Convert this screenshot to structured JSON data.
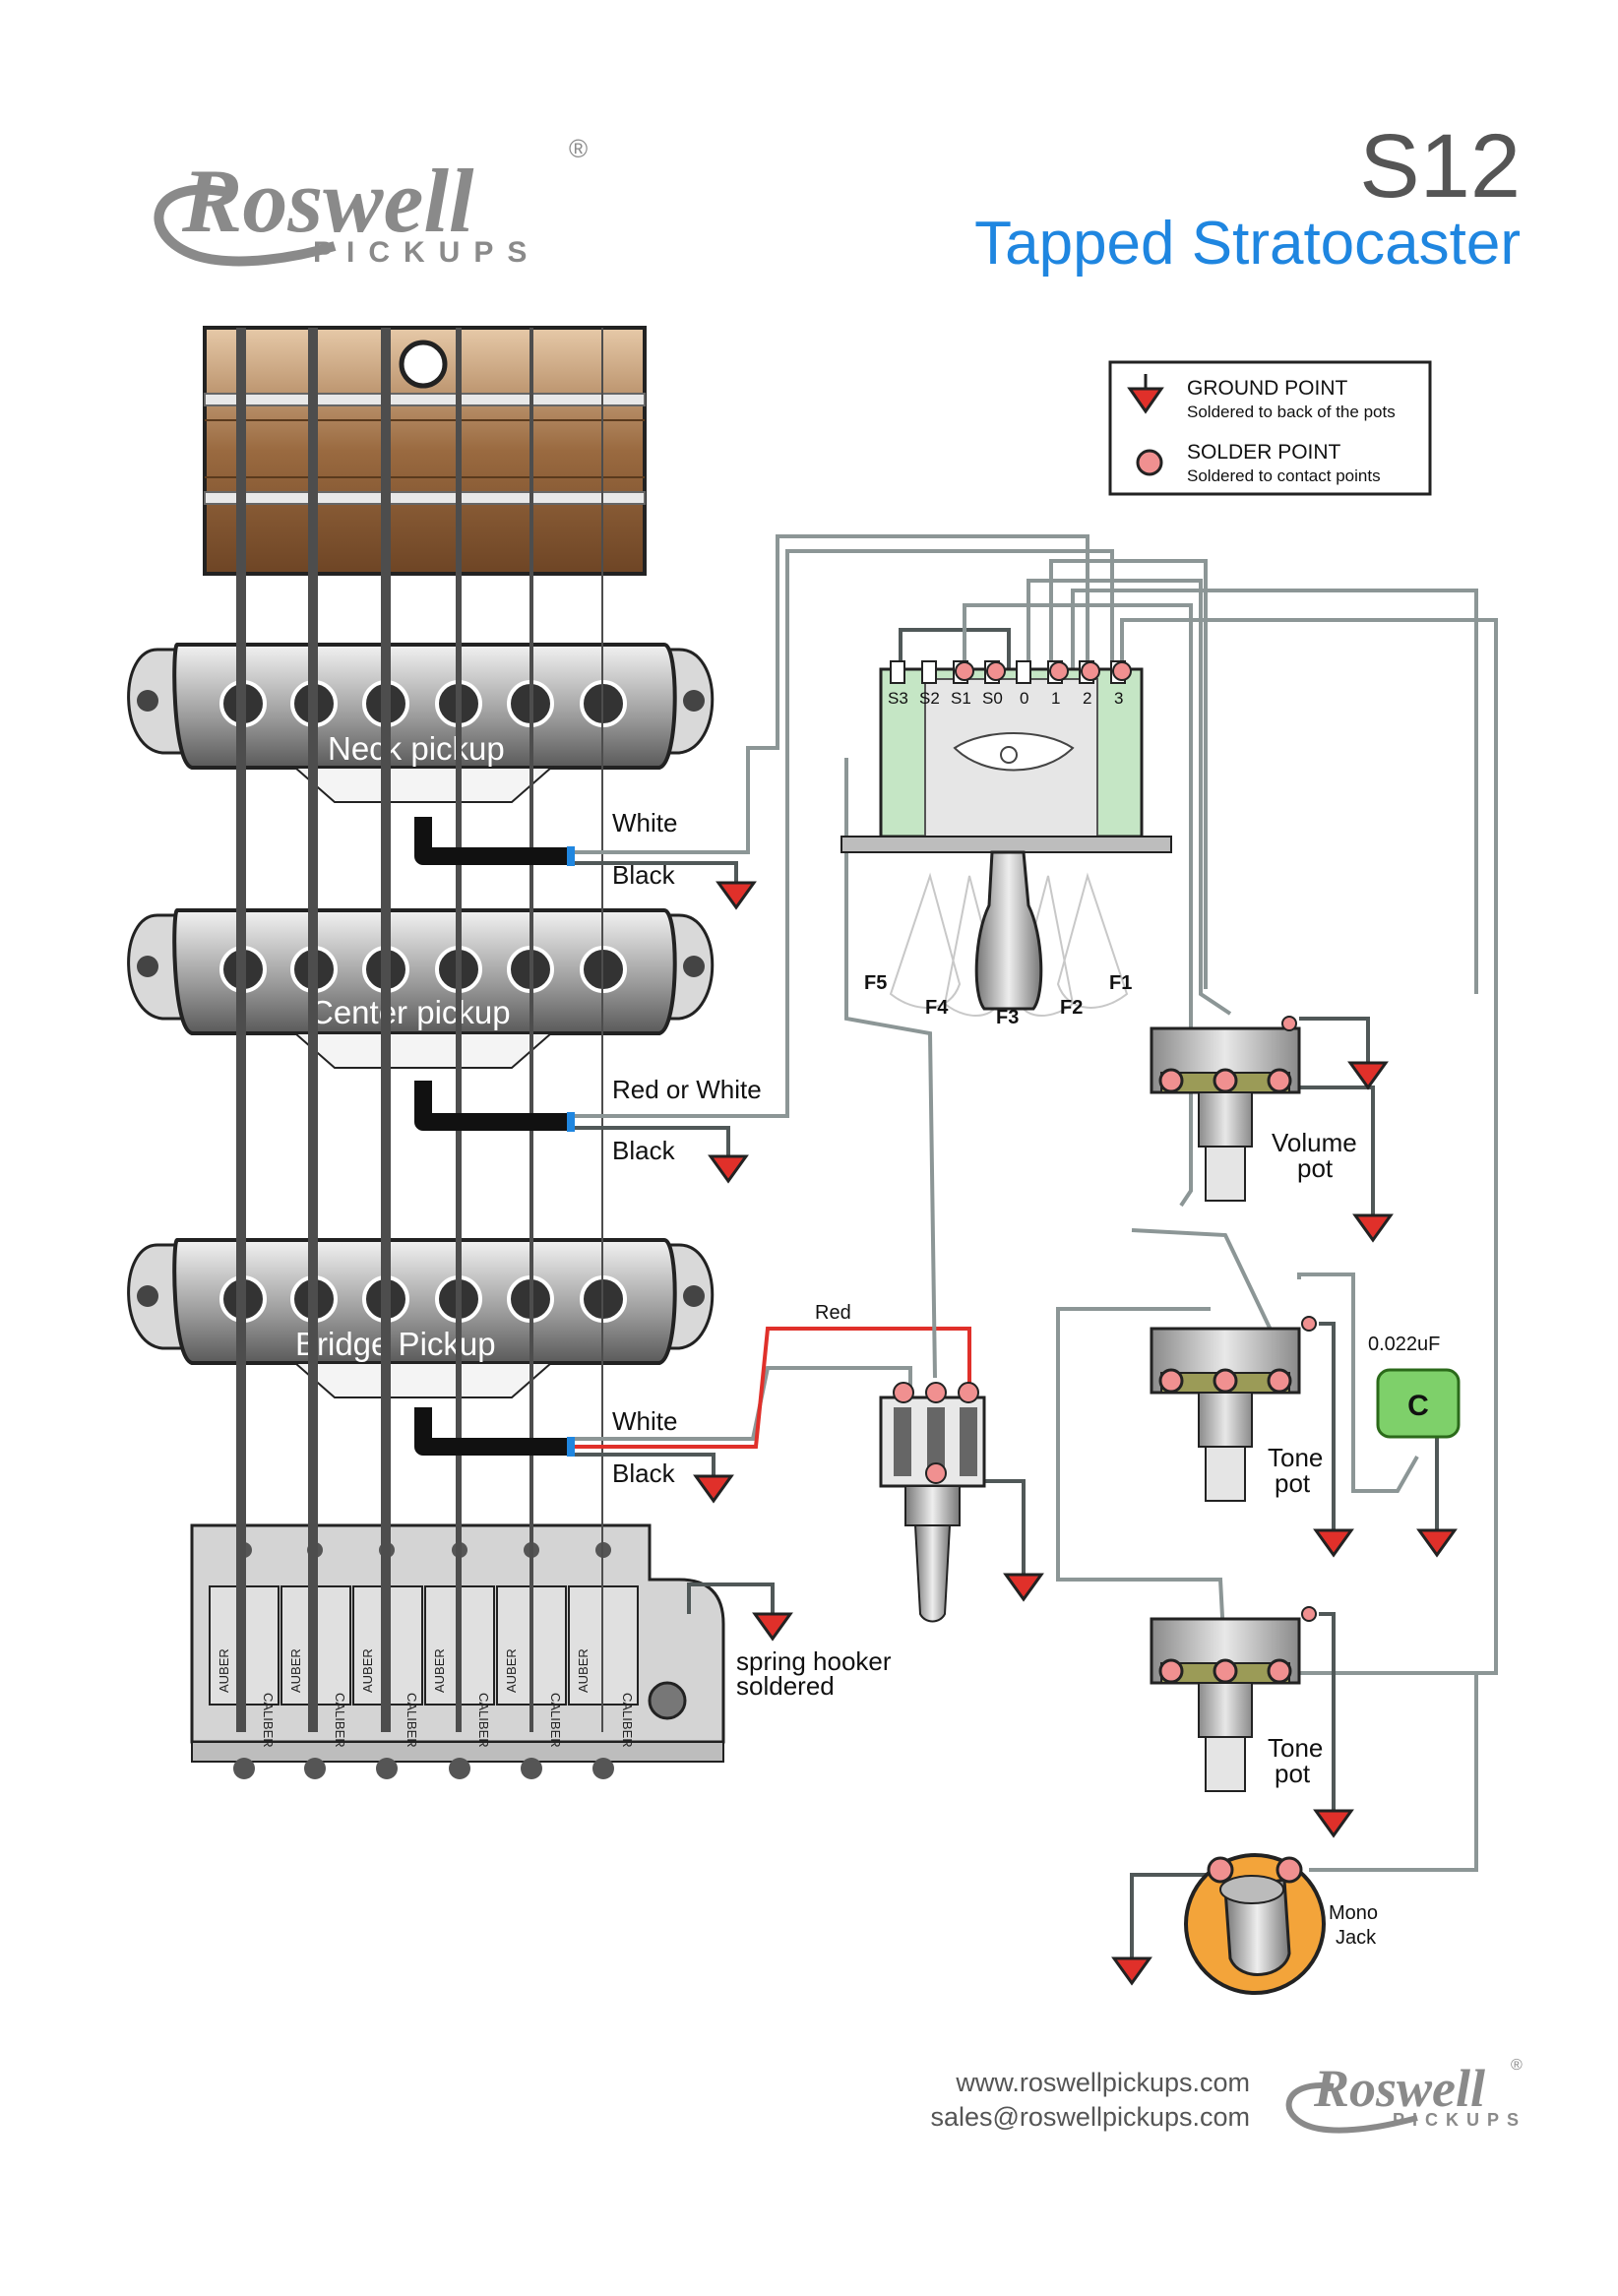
{
  "brand": {
    "logo_name": "Roswell",
    "logo_sub": "PICKUPS",
    "registered": "®"
  },
  "title": {
    "code": "S12",
    "name": "Tapped Stratocaster"
  },
  "legend": {
    "ground_title": "GROUND POINT",
    "ground_desc": "Soldered to back of  the pots",
    "solder_title": "SOLDER POINT",
    "solder_desc": "Soldered to contact points"
  },
  "pickups": {
    "neck": "Neck pickup",
    "center": "Center pickup",
    "bridge": "Bridge Pickup"
  },
  "wire_labels": {
    "neck_white": "White",
    "neck_black": "Black",
    "center_hot": "Red or White",
    "center_black": "Black",
    "bridge_white": "White",
    "bridge_black": "Black",
    "red": "Red"
  },
  "switch": {
    "terminals": [
      "S3",
      "S2",
      "S1",
      "S0",
      "0",
      "1",
      "2",
      "3"
    ],
    "positions": [
      "F5",
      "F4",
      "F3",
      "F2",
      "F1"
    ]
  },
  "components": {
    "volume": [
      "Volume",
      "pot"
    ],
    "tone1": [
      "Tone",
      "pot"
    ],
    "tone2": [
      "Tone",
      "pot"
    ],
    "jack": [
      "Mono",
      "Jack"
    ],
    "cap_value": "0.022uF",
    "cap_letter": "C",
    "spring": [
      "spring hooker",
      "soldered"
    ]
  },
  "bridge_saddle_text": [
    "AUBER",
    "CALIBER"
  ],
  "footer": {
    "web": "www.roswellpickups.com",
    "email": "sales@roswellpickups.com"
  },
  "colors": {
    "title_blue": "#1f86e0",
    "wood": "#8a5c36",
    "switch_green": "#c5e6c5",
    "solder_pink": "#f09090",
    "cap_green": "#7ed06a",
    "jack_orange": "#f3a43a",
    "wire_red": "#e0302a",
    "wire_gray": "#8c9696"
  }
}
